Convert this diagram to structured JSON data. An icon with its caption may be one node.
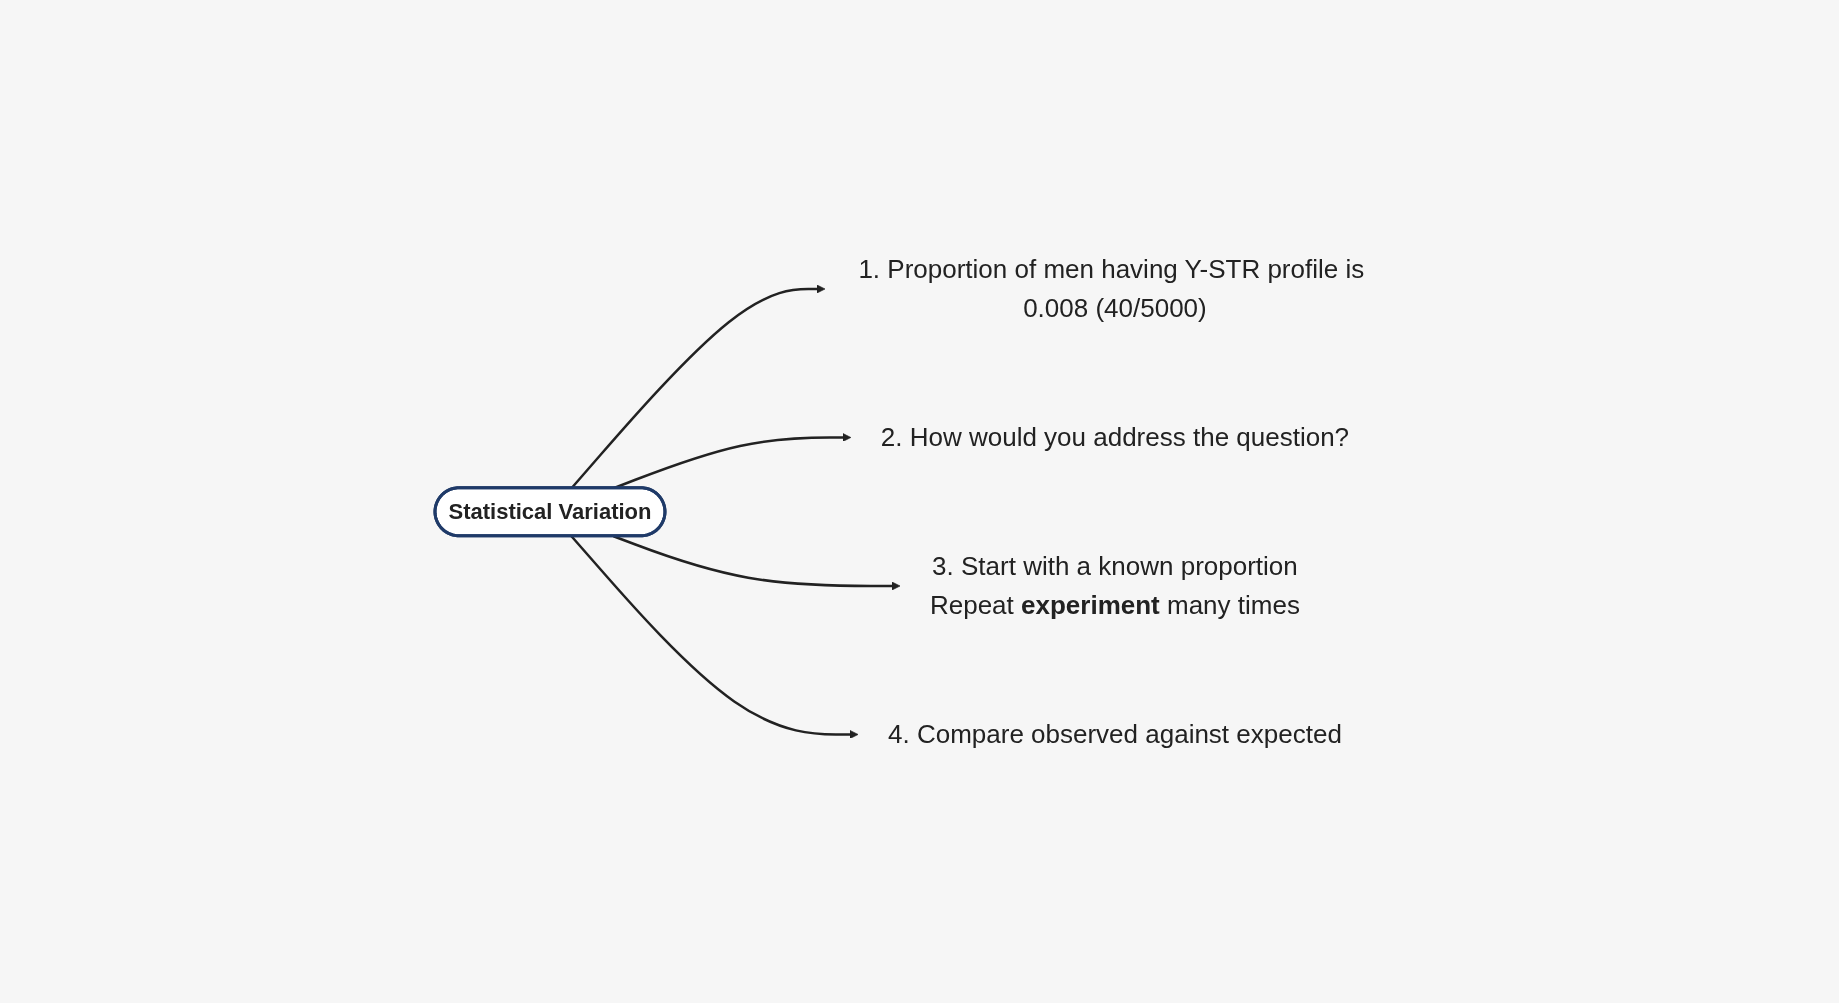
{
  "diagram": {
    "nodes": [
      {
        "text": [
          "Statistical Variation"
        ]
      },
      {
        "text": [
          "1. Proportion of men having Y-STR profile is 0.008 (40/5000)"
        ]
      },
      {
        "text": [
          "2. How would you address the question?"
        ]
      },
      {
        "text": [
          "3. Start with a known proportion",
          "Repeat **experiment** many times"
        ]
      },
      {
        "text": [
          "4. Compare observed against expected"
        ]
      }
    ],
    "edges": [
      {
        "from": 0,
        "to": 1,
        "arrow": "to"
      },
      {
        "from": 0,
        "to": 2,
        "arrow": "to"
      },
      {
        "from": 0,
        "to": 3,
        "arrow": "to"
      },
      {
        "from": 0,
        "to": 4,
        "arrow": "to"
      }
    ]
  }
}
